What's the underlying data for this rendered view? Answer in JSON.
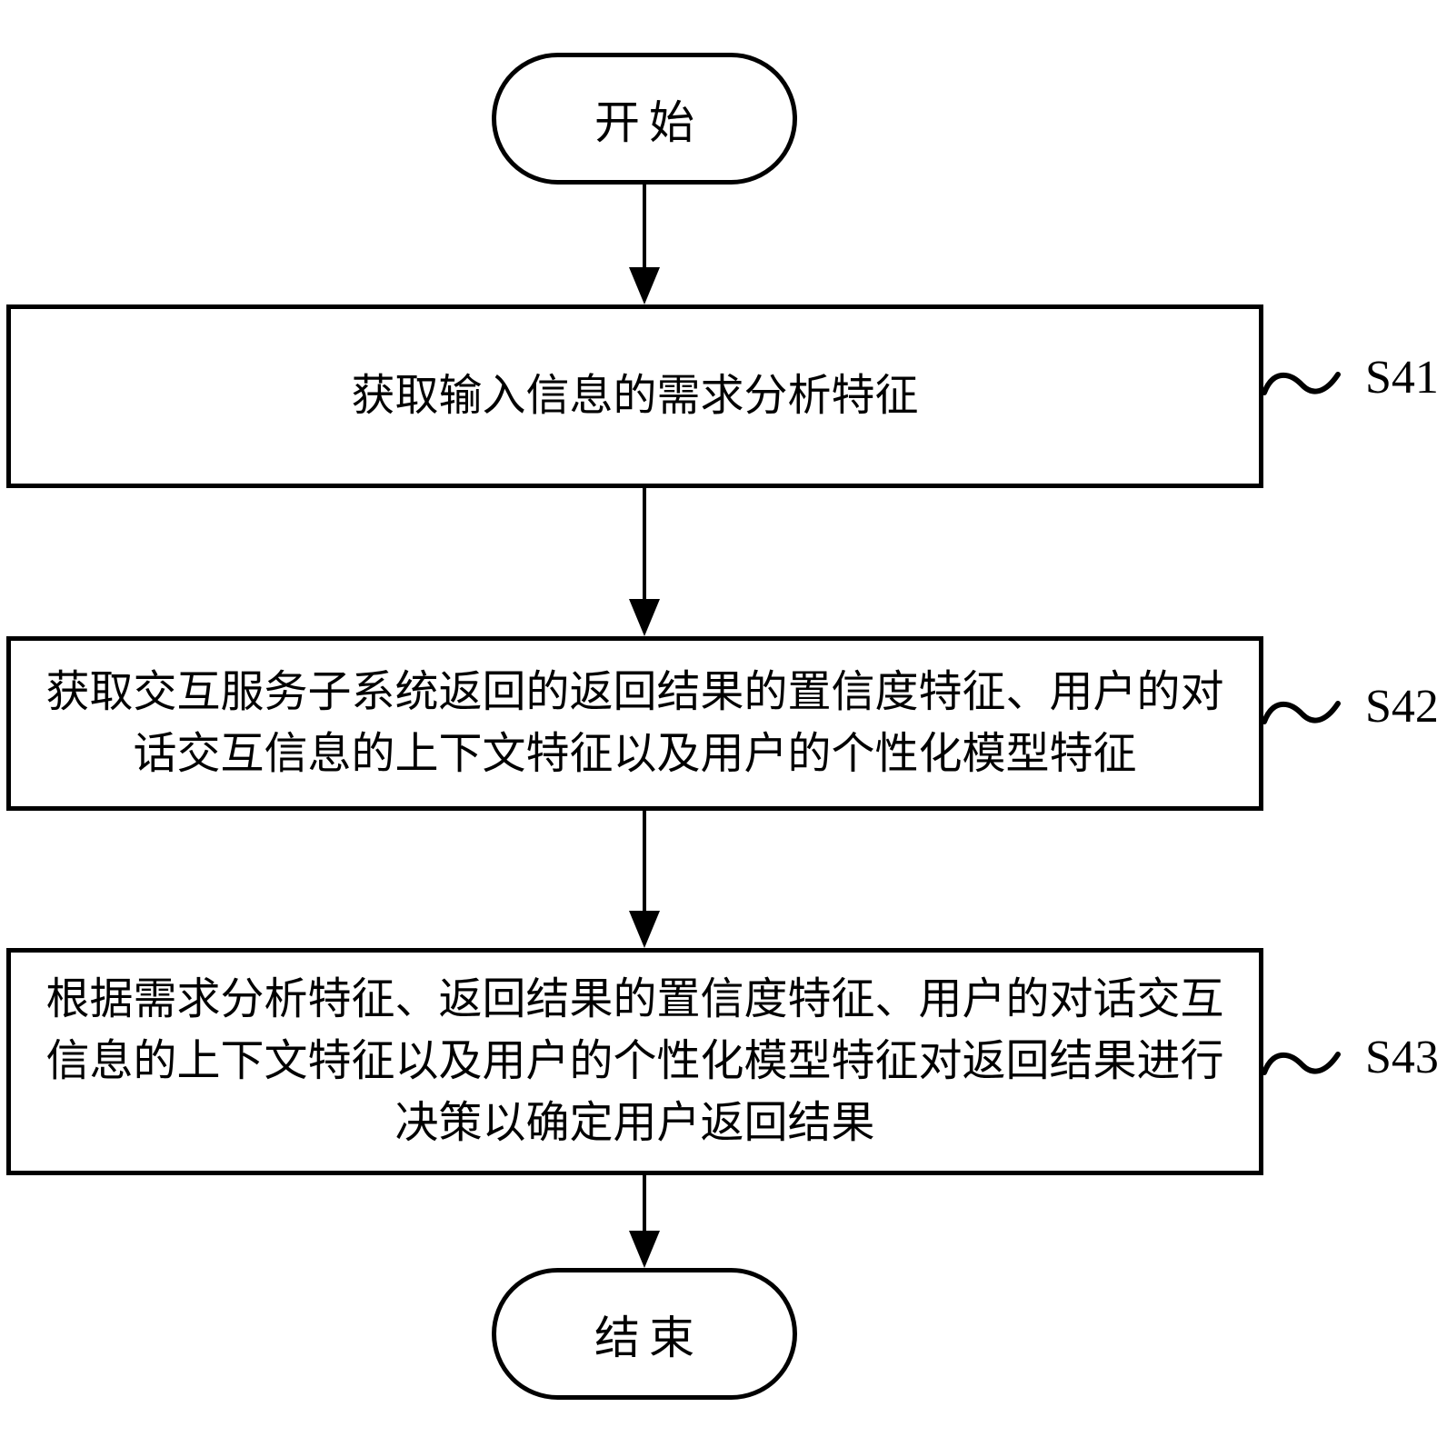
{
  "colors": {
    "ink": "#000000",
    "background": "#ffffff"
  },
  "diagram": {
    "type": "flowchart",
    "start_label": "开始",
    "end_label": "结束",
    "steps": [
      {
        "id": "S41",
        "text": "获取输入信息的需求分析特征",
        "lines": [
          "获取输入信息的需求分析特征"
        ]
      },
      {
        "id": "S42",
        "text": "获取交互服务子系统返回的返回结果的置信度特征、用户的对话交互信息的上下文特征以及用户的个性化模型特征",
        "lines": [
          "获取交互服务子系统返回的返回结果的置信度特征、用户的对",
          "话交互信息的上下文特征以及用户的个性化模型特征"
        ]
      },
      {
        "id": "S43",
        "text": "根据需求分析特征、返回结果的置信度特征、用户的对话交互信息的上下文特征以及用户的个性化模型特征对返回结果进行决策以确定用户返回结果",
        "lines": [
          "根据需求分析特征、返回结果的置信度特征、用户的对话交互",
          "信息的上下文特征以及用户的个性化模型特征对返回结果进行",
          "决策以确定用户返回结果"
        ]
      }
    ]
  }
}
